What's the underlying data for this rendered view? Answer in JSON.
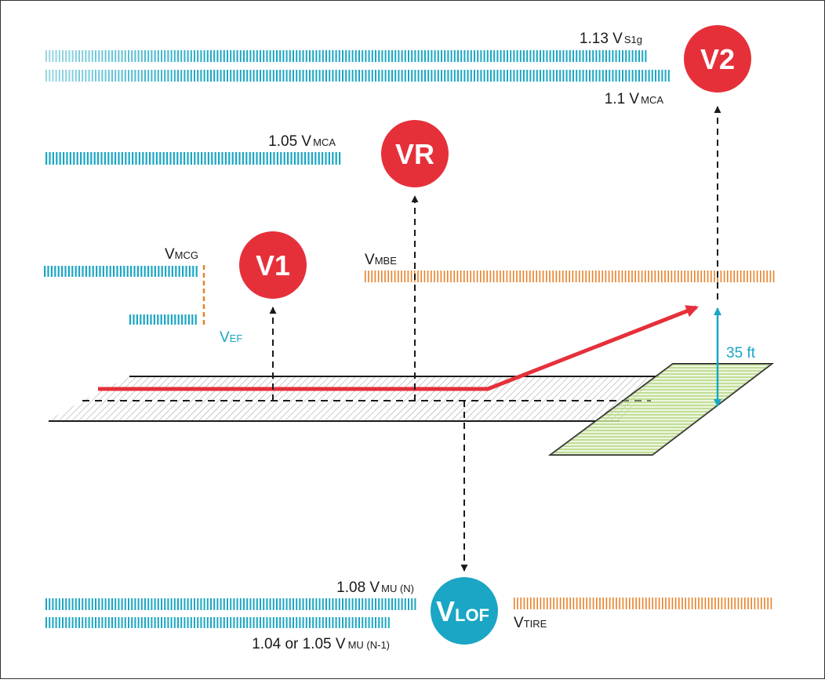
{
  "colors": {
    "cyan": "#1aa6c4",
    "orange": "#e8822a",
    "red": "#e5303a",
    "green": "#a8d36a",
    "frame": "#333333",
    "text": "#1a1a1a",
    "hatch": "#9a9a9a"
  },
  "circles": {
    "v1": {
      "main": "V1",
      "sub": ""
    },
    "vr": {
      "main": "VR",
      "sub": ""
    },
    "v2": {
      "main": "V2",
      "sub": ""
    },
    "vlof": {
      "main": "V",
      "sub": "LOF"
    }
  },
  "labels": {
    "vs1g": {
      "main": "1.13 V",
      "sub": "S1g"
    },
    "vmca_11": {
      "main": "1.1 V",
      "sub": "MCA"
    },
    "vmca_105": {
      "main": "1.05 V",
      "sub": "MCA"
    },
    "vmcg": {
      "main": "V",
      "sub": "MCG"
    },
    "vef": {
      "main": "V",
      "sub": "EF"
    },
    "vmbe": {
      "main": "V",
      "sub": "MBE"
    },
    "ft35": {
      "main": "35 ft",
      "sub": ""
    },
    "vmu_n": {
      "main": "1.08 V",
      "sub": "MU (N)"
    },
    "vmu_n1": {
      "main": "1.04 or 1.05 V",
      "sub": "MU (N-1)"
    },
    "vtire": {
      "main": "V",
      "sub": "TIRE"
    }
  }
}
